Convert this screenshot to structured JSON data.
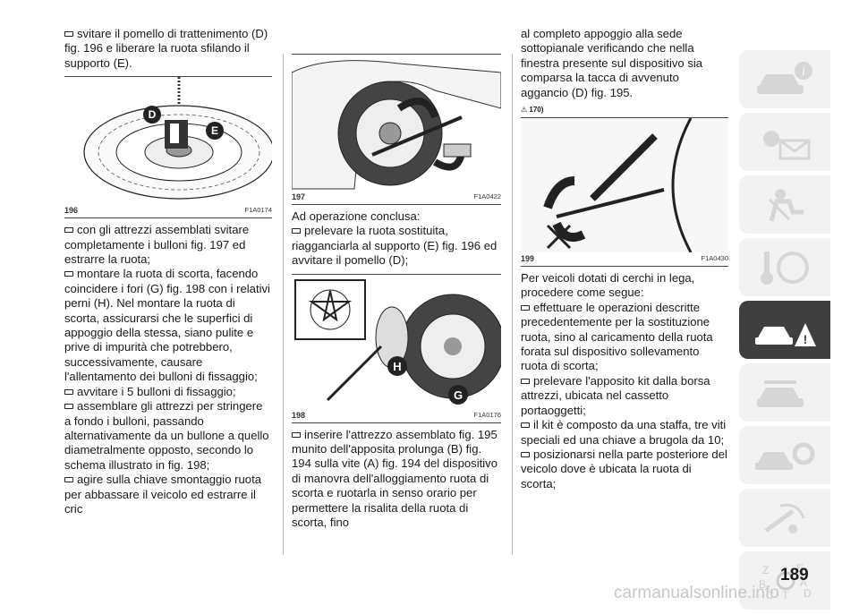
{
  "page_number": "189",
  "watermark": "carmanualsonline.info",
  "col1": {
    "p1": "svitare il pomello di trattenimento (D) fig. 196 e liberare la ruota sfilando il supporto (E).",
    "fig": {
      "num": "196",
      "code": "F1A0174",
      "label_d": "D",
      "label_e": "E"
    },
    "p2": "con gli attrezzi assemblati svitare completamente i bulloni fig. 197 ed estrarre la ruota;",
    "p3": "montare la ruota di scorta, facendo coincidere i fori (G) fig. 198 con i relativi perni (H). Nel montare la ruota di scorta, assicurarsi che le superfici di appoggio della stessa, siano pulite e prive di impurità che potrebbero, successivamente, causare l'allentamento dei bulloni di fissaggio;",
    "p4": "avvitare i 5 bulloni di fissaggio;",
    "p5": "assemblare gli attrezzi per stringere a fondo i bulloni, passando alternativamente da un bullone a quello diametralmente opposto, secondo lo schema illustrato in fig. 198;",
    "p6": "agire sulla chiave smontaggio ruota per abbassare il veicolo ed estrarre il cric"
  },
  "col2": {
    "fig197": {
      "num": "197",
      "code": "F1A0422"
    },
    "p1": "Ad operazione conclusa:",
    "p2": "prelevare la ruota sostituita, riagganciarla al supporto (E) fig. 196 ed avvitare il pomello (D);",
    "fig198": {
      "num": "198",
      "code": "F1A0176",
      "label_h": "H",
      "label_g": "G"
    },
    "p3": "inserire l'attrezzo assemblato fig. 195 munito dell'apposita prolunga (B) fig. 194 sulla vite (A) fig. 194 del dispositivo di manovra dell'alloggiamento ruota di scorta e ruotarla in senso orario per permettere la risalita della ruota di scorta, fino"
  },
  "col3": {
    "p1": "al completo appoggio alla sede sottopianale verificando che nella finestra presente sul dispositivo sia comparsa la tacca di avvenuto aggancio (D) fig. 195.",
    "warn": "170)",
    "fig199": {
      "num": "199",
      "code": "F1A0430"
    },
    "p2": "Per veicoli dotati di cerchi in lega, procedere come segue:",
    "p3": "effettuare le operazioni descritte precedentemente per la sostituzione ruota, sino al caricamento della ruota forata sul dispositivo sollevamento ruota di scorta;",
    "p4": "prelevare l'apposito kit dalla borsa attrezzi, ubicata nel cassetto portaoggetti;",
    "p5": "il kit è composto da una staffa, tre viti speciali ed una chiave a brugola da 10;",
    "p6": "posizionarsi nella parte posteriore del veicolo dove è ubicata la ruota di scorta;"
  },
  "sidebar": {
    "tabs": [
      {
        "icon": "car-info-icon"
      },
      {
        "icon": "warning-lights-icon"
      },
      {
        "icon": "airbag-seat-icon"
      },
      {
        "icon": "steering-key-icon"
      },
      {
        "icon": "car-breakdown-icon",
        "active": true
      },
      {
        "icon": "car-maintenance-icon"
      },
      {
        "icon": "car-specs-icon"
      },
      {
        "icon": "multimedia-icon"
      },
      {
        "icon": "index-icon",
        "letters": [
          "Z",
          "E",
          "B",
          "A",
          "C",
          "T",
          "D"
        ]
      }
    ]
  }
}
